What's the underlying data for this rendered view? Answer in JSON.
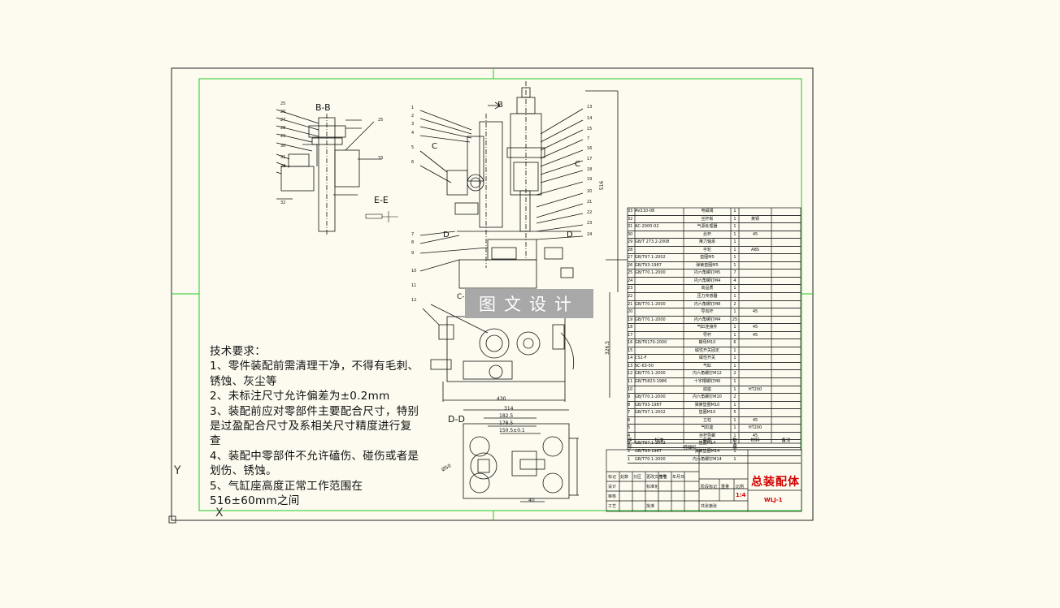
{
  "technical_requirements": {
    "heading": "技术要求：",
    "items": [
      "1、零件装配前需清理干净，不得有毛刺、锈蚀、灰尘等",
      "2、未标注尺寸允许偏差为±0.2mm",
      "3、装配前应对零部件主要配合尺寸，特别是过盈配合尺寸及系相关尺寸精度进行复查",
      "4、装配中零部件不允许磕伤、碰伤或者是划伤、锈蚀。",
      "5、气缸座高度正常工作范围在516±60mm之间"
    ]
  },
  "watermark": "图文设计",
  "section_labels": {
    "bb": "B-B",
    "ee": "E-E",
    "cc": "C-C",
    "dd": "D-D",
    "b": "B",
    "c_left": "C",
    "c_right": "C",
    "d_left": "D",
    "d_right": "D"
  },
  "dimensions": {
    "width_430": "430",
    "width_314": "314",
    "width_182": "182.5",
    "width_178": "178.5",
    "width_150": "150.5±0.1",
    "height_516": "516",
    "height_326": "326.5",
    "dim_40": "40",
    "phi_50": "Ø50"
  },
  "bom": {
    "rows": [
      [
        "33",
        "AV210-08",
        "电磁阀",
        "1",
        "",
        ""
      ],
      [
        "32",
        "",
        "丝杆板",
        "1",
        "黄铜",
        ""
      ],
      [
        "31",
        "AC-2000-02",
        "气源处理器",
        "1",
        "",
        ""
      ],
      [
        "30",
        "",
        "丝杆",
        "1",
        "45",
        ""
      ],
      [
        "29",
        "GB/T 273.2-2008",
        "推力轴承",
        "1",
        "",
        ""
      ],
      [
        "28",
        "",
        "手轮",
        "1",
        "ABS",
        ""
      ],
      [
        "27",
        "GB/T97.1-2002",
        "垫圈M5",
        "1",
        "",
        ""
      ],
      [
        "26",
        "GB/T93-1987",
        "弹簧垫圈M5",
        "1",
        "",
        ""
      ],
      [
        "25",
        "GB/T70.1-2000",
        "内六角螺钉M5",
        "7",
        "",
        ""
      ],
      [
        "24",
        "",
        "内六角螺钉M4",
        "4",
        "",
        ""
      ],
      [
        "23",
        "",
        "高品质",
        "1",
        "",
        ""
      ],
      [
        "22",
        "",
        "压力传感器",
        "1",
        "",
        ""
      ],
      [
        "21",
        "GB/T70.1-2000",
        "内六角螺钉M8",
        "2",
        "",
        ""
      ],
      [
        "20",
        "",
        "导向杆",
        "1",
        "45",
        ""
      ],
      [
        "19",
        "GB/T70.1-2000",
        "内六角螺钉M4",
        "25",
        "",
        ""
      ],
      [
        "18",
        "",
        "气缸连接件",
        "1",
        "45",
        ""
      ],
      [
        "17",
        "",
        "导杆",
        "1",
        "45",
        ""
      ],
      [
        "16",
        "GB/T6170-2000",
        "螺母M10",
        "6",
        "",
        ""
      ],
      [
        "15",
        "",
        "磁性开关固定",
        "1",
        "",
        ""
      ],
      [
        "14",
        "CS1-F",
        "磁性开关",
        "1",
        "",
        ""
      ],
      [
        "13",
        "SC-63-50",
        "气缸",
        "1",
        "",
        ""
      ],
      [
        "12",
        "GB/T70.1-2000",
        "内六角螺钉M12",
        "2",
        "",
        ""
      ],
      [
        "11",
        "GB/T5823-1986",
        "十字槽螺钉M6",
        "1",
        "",
        ""
      ],
      [
        "10",
        "",
        "底座",
        "1",
        "HT200",
        ""
      ],
      [
        "9",
        "GB/T70.1-2000",
        "内六角螺钉M10",
        "2",
        "",
        ""
      ],
      [
        "8",
        "GB/T93-1987",
        "弹簧垫圈M10",
        "1",
        "",
        ""
      ],
      [
        "7",
        "GB/T97.1-2002",
        "垫圈M10",
        "5",
        "",
        ""
      ],
      [
        "6",
        "",
        "立柱",
        "1",
        "45",
        ""
      ],
      [
        "5",
        "",
        "气缸座",
        "1",
        "HT200",
        ""
      ],
      [
        "4",
        "",
        "丝杆导螺",
        "1",
        "45",
        ""
      ],
      [
        "3",
        "GB/T97.1-2002",
        "垫圈M14",
        "1",
        "",
        ""
      ],
      [
        "2",
        "GB/T93-1987",
        "弹簧垫圈M14",
        "1",
        "",
        ""
      ],
      [
        "1",
        "GB/T70.1-2000",
        "内六角螺钉M14",
        "1",
        "",
        ""
      ]
    ],
    "header": [
      "序号",
      "标准",
      "名称",
      "数量",
      "材料",
      "备注"
    ],
    "footer": "明细栏"
  },
  "title_block": {
    "title": "总装配体",
    "code": "WLJ-1",
    "scale": "1:4",
    "labels": [
      "标记",
      "处数",
      "分区",
      "更改文件号",
      "签名",
      "年月日",
      "设计",
      "标准化",
      "阶段标记",
      "重量",
      "比例",
      "审核",
      "工艺",
      "批准",
      "共张第张"
    ]
  },
  "axis": {
    "x": "X",
    "y": "Y"
  }
}
